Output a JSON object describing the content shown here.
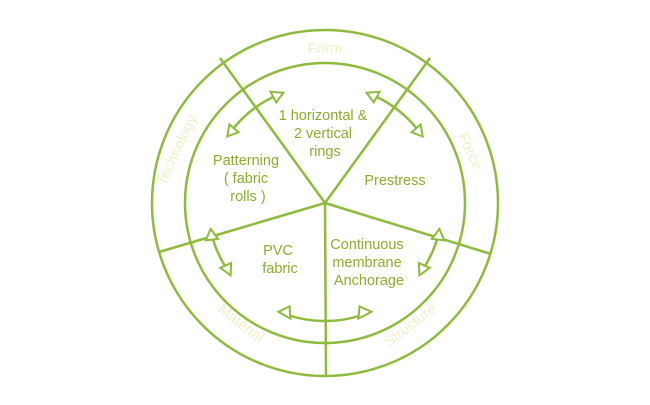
{
  "outer_segments": [
    {
      "key": "form",
      "label": "Form"
    },
    {
      "key": "force",
      "label": "Force"
    },
    {
      "key": "structure",
      "label": "Structure"
    },
    {
      "key": "material",
      "label": "Material"
    },
    {
      "key": "technology",
      "label": "Technology"
    }
  ],
  "inner_segments": [
    {
      "key": "rings",
      "lines": [
        "1 horizontal &",
        "2 vertical",
        "rings"
      ]
    },
    {
      "key": "prestress",
      "lines": [
        "Prestress"
      ]
    },
    {
      "key": "anchorage",
      "lines": [
        "Continuous",
        "membrane",
        "Anchorage"
      ]
    },
    {
      "key": "pvc",
      "lines": [
        "PVC",
        "fabric"
      ]
    },
    {
      "key": "patterning",
      "lines": [
        "Patterning",
        "( fabric",
        "rolls )"
      ]
    }
  ],
  "colors": {
    "stroke": "#8dbb3c",
    "inner_text": "#8aad2c",
    "outer_text": "#f0f0c8"
  }
}
